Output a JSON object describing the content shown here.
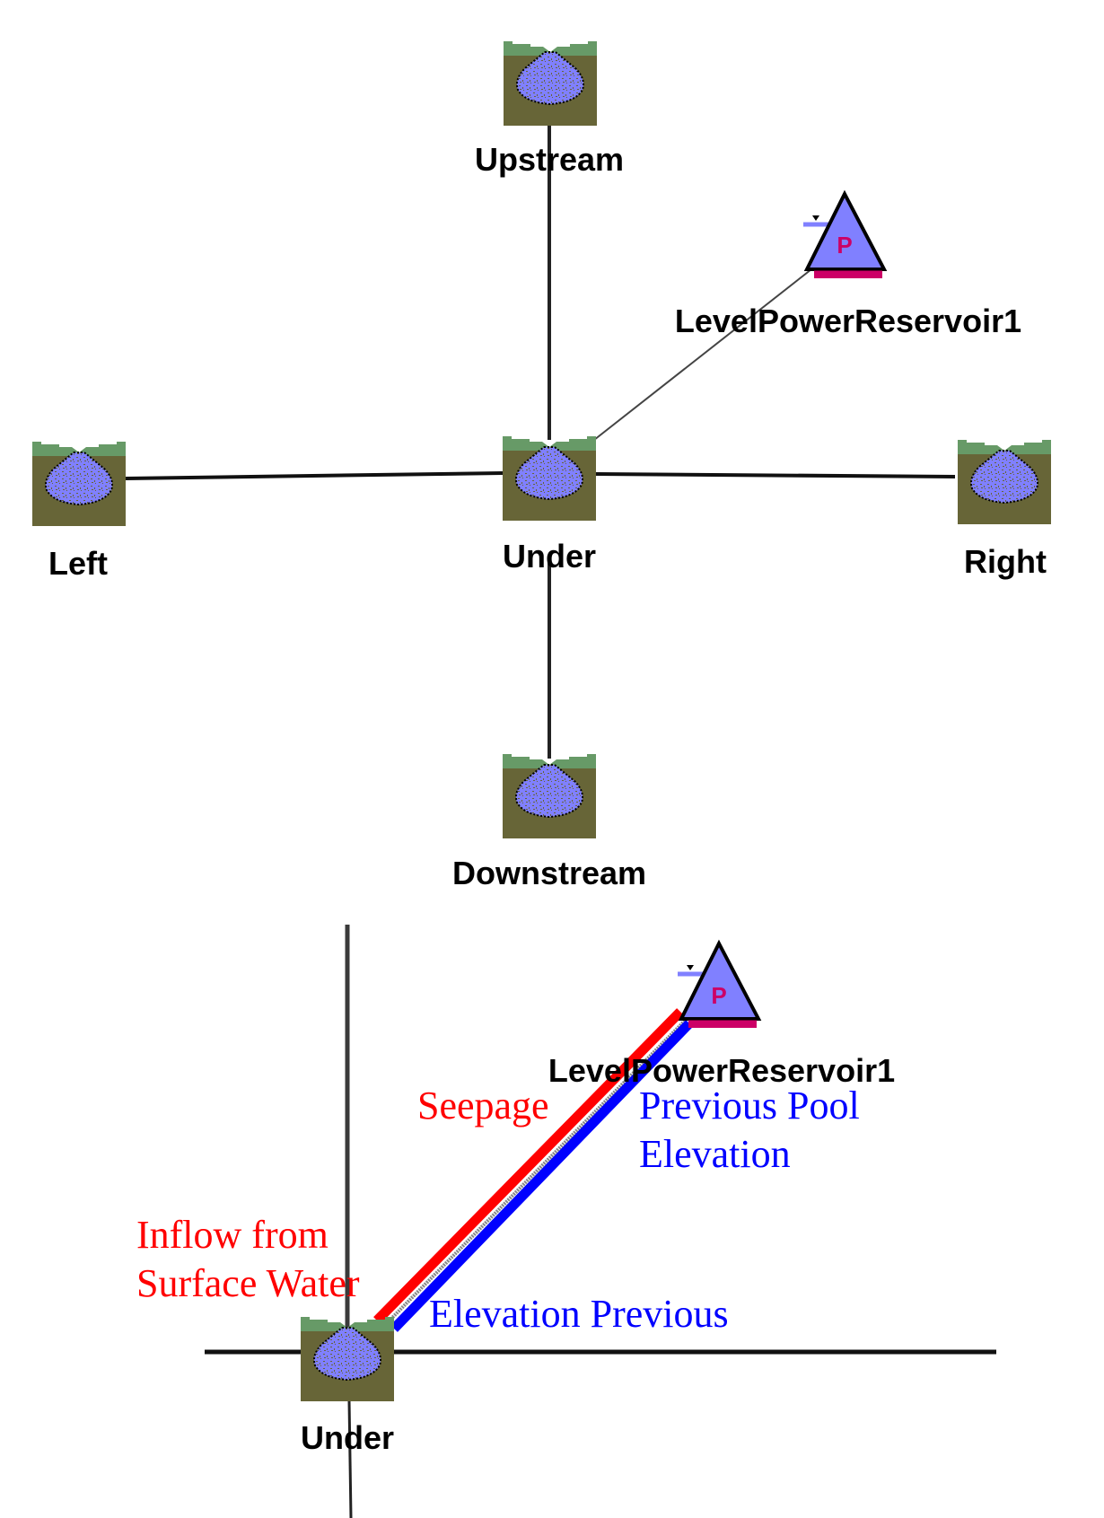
{
  "colors": {
    "soil": "#676537",
    "grass": "#679a67",
    "water": "#8080ff",
    "link": "#222222",
    "reservoir_base": "#cc0066",
    "annotation_red": "#ff0000",
    "annotation_blue": "#0000ff"
  },
  "top_diagram": {
    "nodes": {
      "upstream": {
        "label": "Upstream",
        "type": "groundwater-storage"
      },
      "reservoir": {
        "label": "LevelPowerReservoir1",
        "type": "level-power-reservoir",
        "glyph": "P"
      },
      "left": {
        "label": "Left",
        "type": "groundwater-storage"
      },
      "under": {
        "label": "Under",
        "type": "groundwater-storage"
      },
      "right": {
        "label": "Right",
        "type": "groundwater-storage"
      },
      "downstream": {
        "label": "Downstream",
        "type": "groundwater-storage"
      }
    },
    "links": [
      {
        "from": "upstream",
        "to": "under"
      },
      {
        "from": "left",
        "to": "under"
      },
      {
        "from": "under",
        "to": "right"
      },
      {
        "from": "under",
        "to": "downstream"
      },
      {
        "from": "under",
        "to": "reservoir"
      }
    ]
  },
  "bottom_diagram": {
    "nodes": {
      "under": {
        "label": "Under",
        "type": "groundwater-storage"
      },
      "reservoir": {
        "label": "LevelPowerReservoir1",
        "type": "level-power-reservoir",
        "glyph": "P"
      }
    },
    "annotations": {
      "seepage": "Seepage",
      "inflow_line1": "Inflow from",
      "inflow_line2": "Surface Water",
      "prev_pool_line1": "Previous Pool",
      "prev_pool_line2": "Elevation",
      "elevation_previous": "Elevation Previous"
    }
  }
}
